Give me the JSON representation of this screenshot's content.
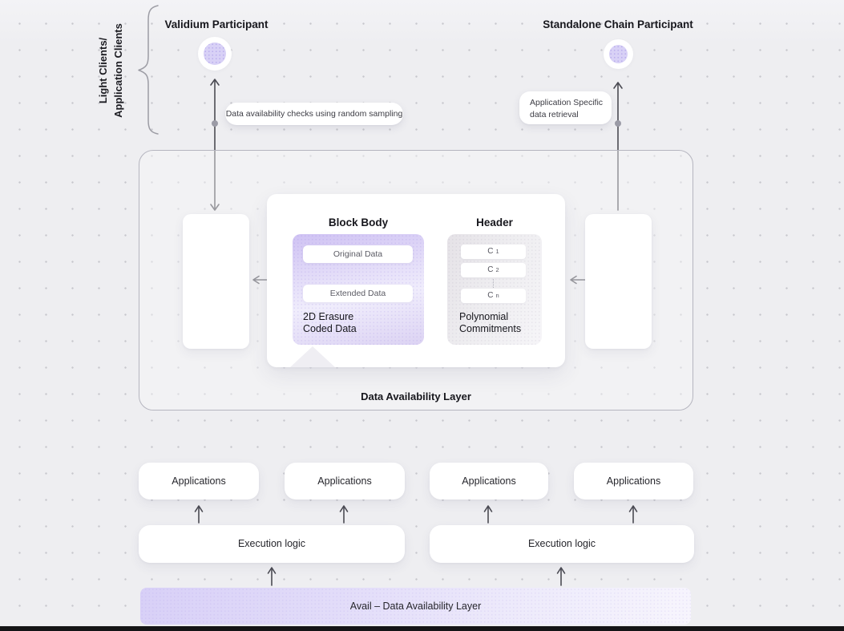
{
  "colors": {
    "background": "#eeeef1",
    "accent_purple": "#d8d1f6",
    "panel_border": "#b5b5bf",
    "arrow": "#4b4b53",
    "banner_gradient_start": "#d8d0f7",
    "banner_gradient_end": "#f7f5fd"
  },
  "side_label": {
    "text": "Light Clients/\nApplication Clients"
  },
  "participants": {
    "validium": {
      "label": "Validium Participant"
    },
    "standalone": {
      "label": "Standalone Chain Participant"
    }
  },
  "annotations": {
    "sampling": "Data availability checks using random sampling",
    "retrieval": "Application Specific\ndata retrieval"
  },
  "da_layer": {
    "label": "Data Availability Layer",
    "block_body": {
      "title": "Block Body",
      "original": "Original Data",
      "extended": "Extended Data",
      "caption": "2D Erasure\nCoded Data"
    },
    "header": {
      "title": "Header",
      "commitments": [
        {
          "base": "C",
          "sub": "1"
        },
        {
          "base": "C",
          "sub": "2"
        },
        {
          "base": "C",
          "sub": "n"
        }
      ],
      "caption": "Polynomial\nCommitments"
    }
  },
  "bottom": {
    "applications": [
      "Applications",
      "Applications",
      "Applications",
      "Applications"
    ],
    "execution": [
      "Execution logic",
      "Execution logic"
    ],
    "banner": "Avail – Data Availability Layer"
  }
}
